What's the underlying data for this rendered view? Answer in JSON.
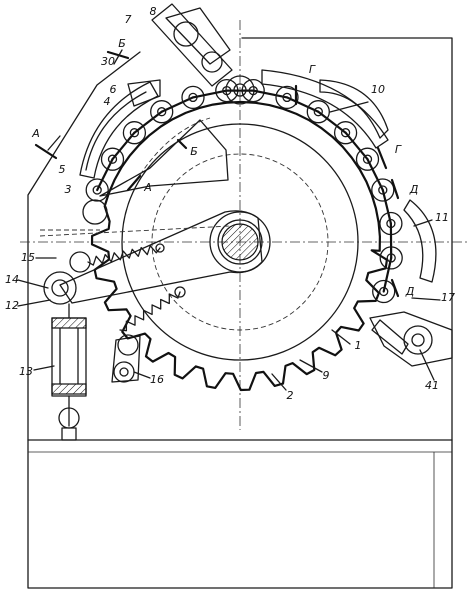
{
  "diagram": {
    "part_labels": [
      {
        "id": "p8",
        "text": "8"
      },
      {
        "id": "p7",
        "text": "7"
      },
      {
        "id": "sB1",
        "text": "Б"
      },
      {
        "id": "p30",
        "text": "30"
      },
      {
        "id": "p6",
        "text": "6"
      },
      {
        "id": "p4",
        "text": "4"
      },
      {
        "id": "sA1",
        "text": "А"
      },
      {
        "id": "p5",
        "text": "5"
      },
      {
        "id": "p3",
        "text": "3"
      },
      {
        "id": "sA2",
        "text": "А"
      },
      {
        "id": "sB2",
        "text": "Б"
      },
      {
        "id": "sG1",
        "text": "Г"
      },
      {
        "id": "p10",
        "text": "10"
      },
      {
        "id": "sG2",
        "text": "Г"
      },
      {
        "id": "sD1",
        "text": "Д"
      },
      {
        "id": "p11",
        "text": "11"
      },
      {
        "id": "sD2",
        "text": "Д"
      },
      {
        "id": "p17",
        "text": "17"
      },
      {
        "id": "p15",
        "text": "15"
      },
      {
        "id": "p14",
        "text": "14"
      },
      {
        "id": "p12",
        "text": "12"
      },
      {
        "id": "p13",
        "text": "13"
      },
      {
        "id": "p16",
        "text": "16"
      },
      {
        "id": "p1",
        "text": "1"
      },
      {
        "id": "p9",
        "text": "9"
      },
      {
        "id": "p2",
        "text": "2"
      },
      {
        "id": "p41",
        "text": "41"
      }
    ]
  }
}
